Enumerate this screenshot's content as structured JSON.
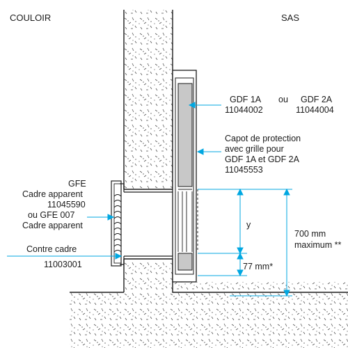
{
  "zones": {
    "left": "COULOIR",
    "right": "SAS"
  },
  "products": {
    "gdf_1a_label": "GDF 1A",
    "or_text": "ou",
    "gdf_2a_label": "GDF 2A",
    "gdf_1a_code": "11044002",
    "gdf_2a_code": "11044004",
    "capot_lines": [
      "Capot de protection",
      "avec grille pour",
      "GDF 1A et GDF 2A",
      "11045553"
    ],
    "gfe_lines": [
      "GFE",
      "Cadre apparent",
      "11045590",
      "ou GFE  007",
      "Cadre apparent"
    ],
    "contre_cadre_lines": [
      "Contre cadre",
      "11003001"
    ]
  },
  "dimensions": {
    "y_label": "y",
    "min_label": "77 mm*",
    "max_lines": [
      "700 mm",
      "maximum **"
    ]
  },
  "colors": {
    "line": "#1a1a1a",
    "leader": "#00a7e1",
    "grille": "#c8c8c8",
    "speckle": "#555555"
  }
}
